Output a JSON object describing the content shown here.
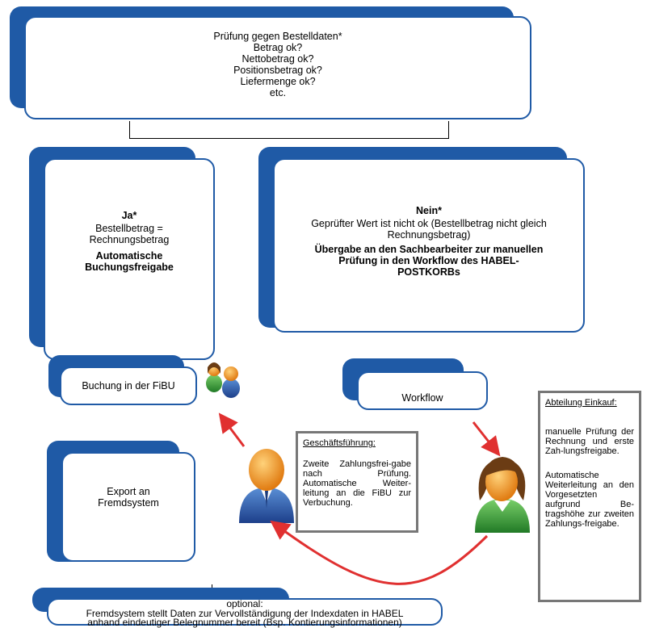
{
  "top": {
    "title": "Prüfung gegen Bestelldaten*",
    "lines": [
      "Betrag ok?",
      "Nettobetrag ok?",
      "Positionsbetrag ok?",
      "Liefermenge ok?",
      "etc."
    ]
  },
  "ja": {
    "heading": "Ja*",
    "text1": "Bestellbetrag =",
    "text2": "Rechnungsbetrag",
    "bold1": "Automatische",
    "bold2": "Buchungsfreigabe"
  },
  "nein": {
    "heading": "Nein*",
    "text1": "Geprüfter Wert ist nicht ok (Bestellbetrag nicht gleich",
    "text2": "Rechnungsbetrag)",
    "bold1": "Übergabe an den Sachbearbeiter zur manuellen",
    "bold2": "Prüfung in den Workflow des HABEL-",
    "bold3": "POSTKORBs"
  },
  "buchung": "Buchung in der FiBU",
  "workflow": "Workflow",
  "export": {
    "line1": "Export an",
    "line2": "Fremdsystem"
  },
  "optional": {
    "line1": "optional:",
    "line2": "Fremdsystem stellt Daten zur Vervollständigung der Indexdaten in HABEL",
    "line3": "anhand eindeutiger Belegnummer bereit (Bsp. Kontierungsinformationen)"
  },
  "gf_note": {
    "heading": "Geschäftsführung:",
    "text": "Zweite Zahlungsfrei-gabe nach Prüfung. Automatische Weiter-leitung an die FiBU zur Verbuchung."
  },
  "einkauf_note": {
    "heading": "Abteilung Einkauf:",
    "text1": "manuelle Prüfung der Rechnung und erste Zah-lungsfreigabe.",
    "text2": "Automatische Weiterleitung an den Vorgesetzten aufgrund Be-tragshöhe zur zweiten Zahlungs-freigabe."
  },
  "colors": {
    "accent": "#1f5aa6",
    "arrow": "#e03030",
    "note_border": "#777777"
  },
  "icons": [
    "user-group-icon",
    "male-user-icon",
    "female-user-icon"
  ]
}
